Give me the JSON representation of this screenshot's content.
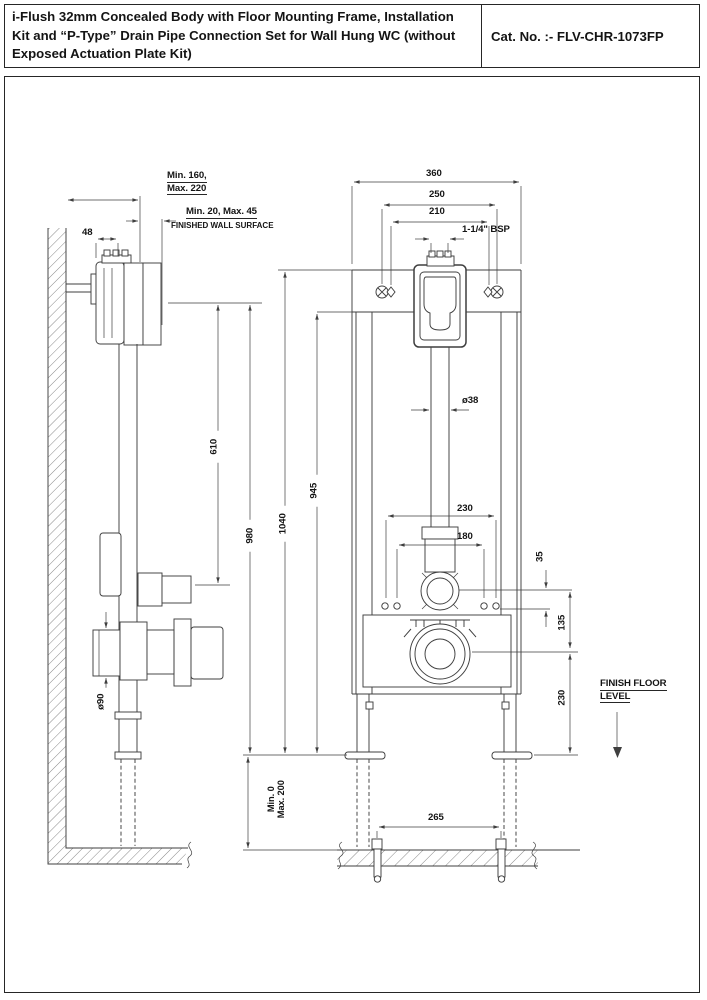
{
  "header": {
    "title": "i-Flush 32mm Concealed Body with Floor Mounting Frame, Installation Kit and “P-Type” Drain Pipe Connection Set for Wall Hung WC (without Exposed Actuation Plate Kit)",
    "catalog": "Cat. No. :- FLV-CHR-1073FP"
  },
  "dims": {
    "d48": "48",
    "depth_min_max_1": "Min. 160,",
    "depth_min_max_2": "Max. 220",
    "wall_min_max": "Min. 20, Max. 45",
    "finished_wall": "FINISHED WALL SURFACE",
    "d360": "360",
    "d250": "250",
    "d210": "210",
    "inlet_thread": "1-1/4\" BSP",
    "pipe_dia": "ø38",
    "d610": "610",
    "d980": "980",
    "d1040": "1040",
    "d945": "945",
    "d230_top": "230",
    "d180": "180",
    "d35": "35",
    "d135": "135",
    "d230_right": "230",
    "drain_dia": "ø90",
    "ffl_1": "FINISH FLOOR",
    "ffl_2": "LEVEL",
    "leg_min": "Min. 0",
    "leg_max": "Max. 200",
    "d265": "265"
  },
  "colors": {
    "line": "#3f3f3f",
    "line_dark": "#262626",
    "text": "#141414",
    "paper": "#ffffff"
  }
}
